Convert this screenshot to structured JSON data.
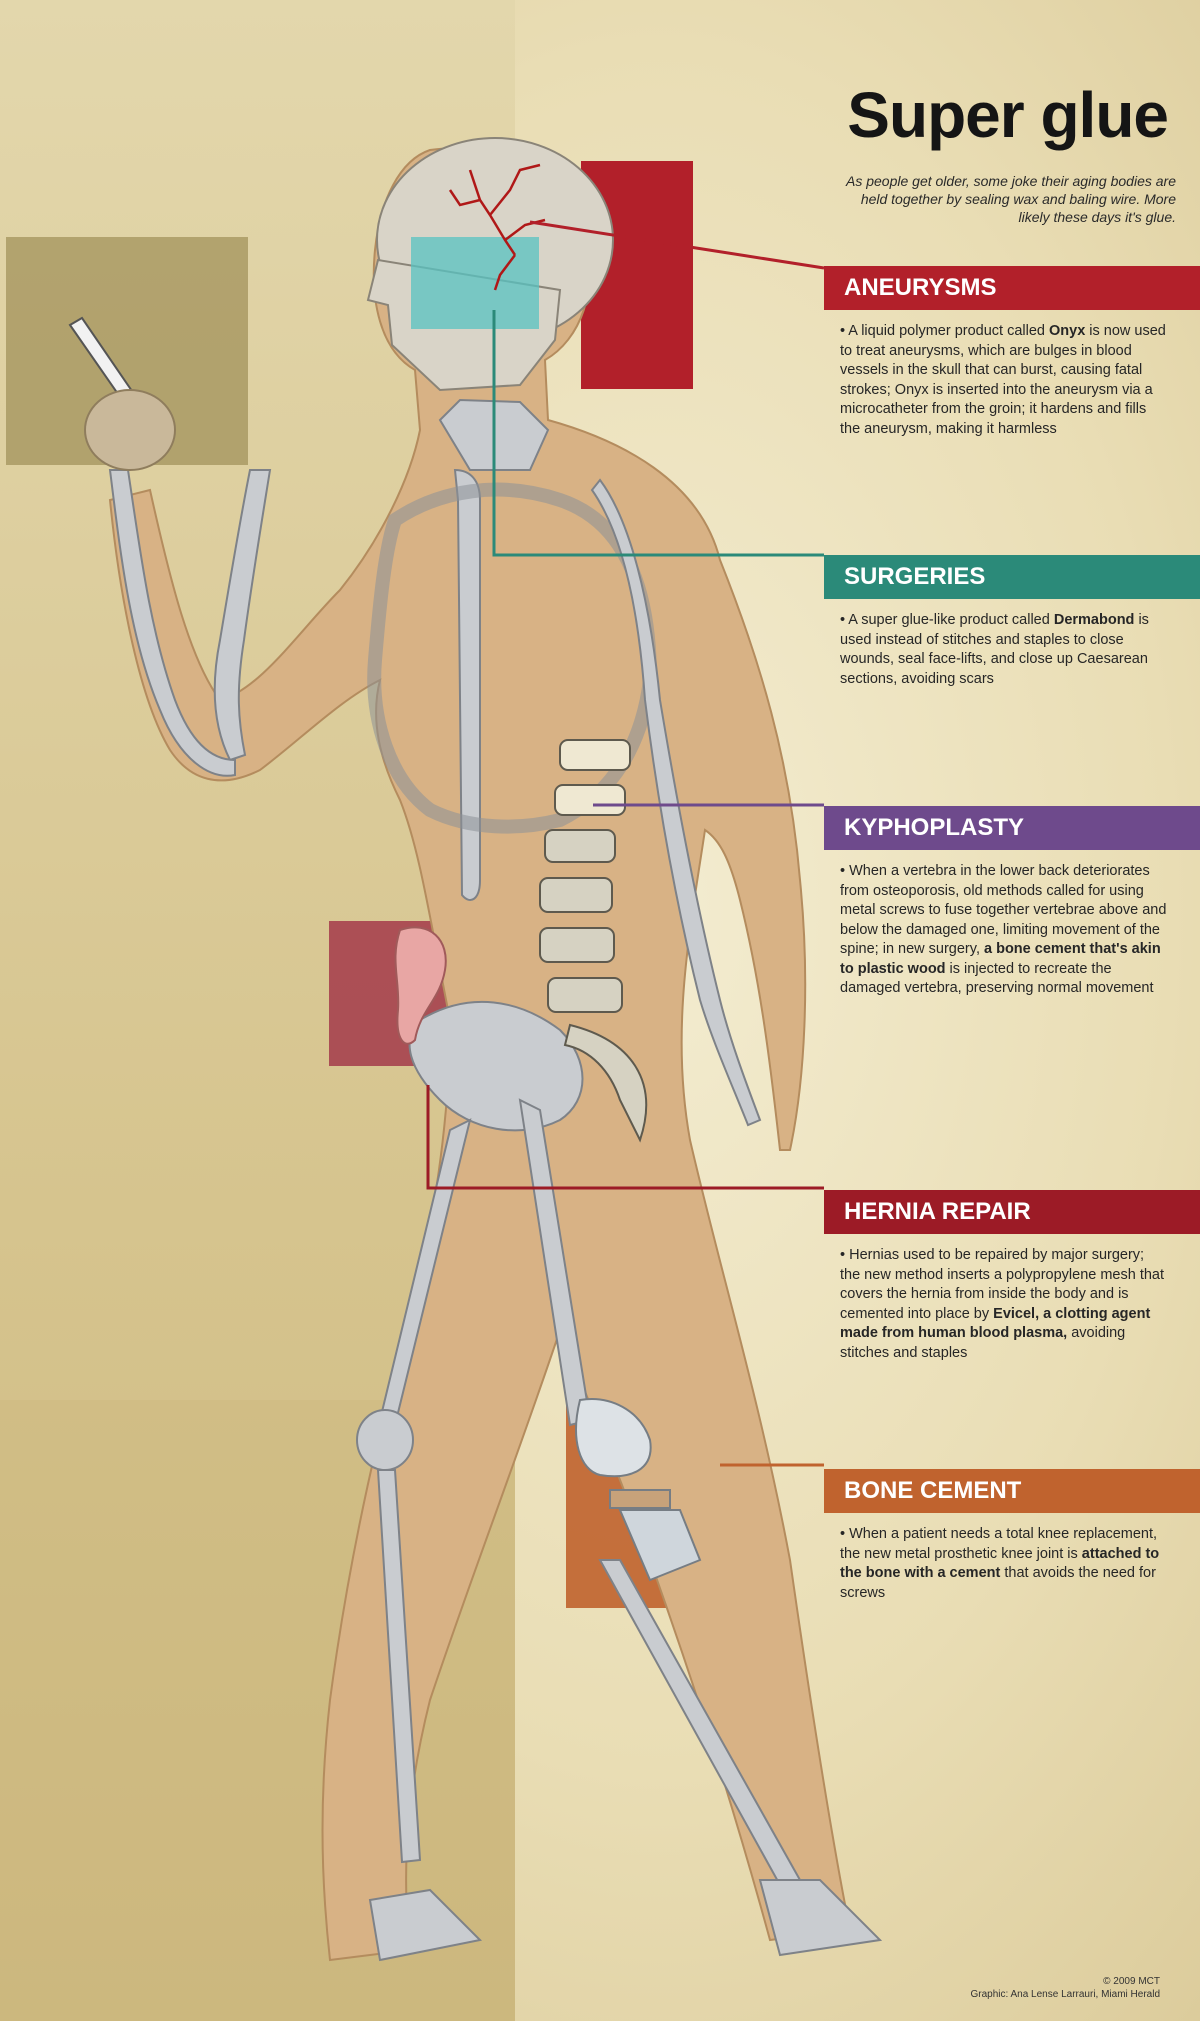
{
  "title": "Super glue",
  "intro": "As people get older, some joke their aging bodies are held together by sealing wax and baling wire. More likely these days it's glue.",
  "colors": {
    "aneurysms": "#b2202a",
    "surgeries": "#2b8a79",
    "kyphoplasty": "#6e4a8c",
    "hernia": "#9c1b26",
    "bone_cement": "#c0632e"
  },
  "sections": [
    {
      "heading": "ANEURYSMS",
      "body_parts": [
        "• A liquid polymer product called ",
        "Onyx",
        " is now used to treat aneurysms, which are bulges in blood vessels in the skull that can burst, causing fatal strokes; Onyx  is inserted into the aneurysm via a microcatheter from the groin; it hardens and fills the aneurysm, making it harmless"
      ]
    },
    {
      "heading": "SURGERIES",
      "body_parts": [
        "• A super glue-like product called ",
        "Dermabond",
        " is used instead of stitches and staples to close wounds, seal face-lifts, and close up Caesarean sections, avoiding scars"
      ]
    },
    {
      "heading": "KYPHOPLASTY",
      "body_parts": [
        "• When a vertebra in the lower back deteriorates from osteoporosis, old methods called for using metal screws to fuse together vertebrae above and below the damaged one, limiting movement of the spine; in new surgery, ",
        "a bone cement that's akin to plastic wood",
        " is injected to recreate the damaged vertebra, preserving normal movement"
      ]
    },
    {
      "heading": "HERNIA REPAIR",
      "body_parts": [
        "• Hernias used to be repaired by major surgery; the new method inserts a polypropylene mesh that covers the hernia from inside the body and is cemented into place by ",
        "Evicel, a clotting agent made from human blood plasma,",
        " avoiding stitches and staples"
      ]
    },
    {
      "heading": "BONE CEMENT",
      "body_parts": [
        "• When a patient needs a total knee replacement, the new metal prosthetic knee joint is ",
        "attached to the bone with a cement",
        " that avoids the need for screws"
      ]
    }
  ],
  "credit": {
    "copyright": "© 2009 MCT",
    "graphic": "Graphic: Ana Lense Larrauri, Miami Herald"
  }
}
